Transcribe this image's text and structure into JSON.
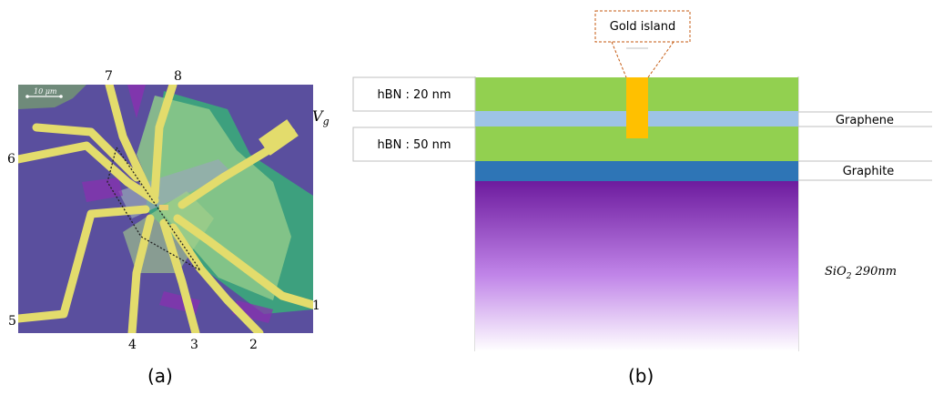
{
  "panel_a": {
    "caption": "(a)",
    "scale_bar": "10 μm",
    "gate_label": "V",
    "gate_subscript": "g",
    "electrode_labels": [
      "1",
      "2",
      "3",
      "4",
      "5",
      "6",
      "7",
      "8"
    ]
  },
  "panel_b": {
    "caption": "(b)",
    "gold_island_label": "Gold island",
    "hbn_top_label": "hBN : 20 nm",
    "hbn_bottom_label": "hBN : 50 nm",
    "graphene_label": "Graphene",
    "graphite_label": "Graphite",
    "substrate_label_base": "SiO",
    "substrate_label_sub": "2",
    "substrate_label_value": " 290nm"
  },
  "colors": {
    "hbn": "#92d050",
    "graphene": "#9dc3e6",
    "graphite": "#2e75b6",
    "gold": "#ffc000",
    "gold_box_border": "#c55a11",
    "substrate_top": "#7030a0",
    "substrate_bottom": "#ffffff",
    "micro_background": "#5a4f9e",
    "electrode": "#e3dc6c"
  }
}
